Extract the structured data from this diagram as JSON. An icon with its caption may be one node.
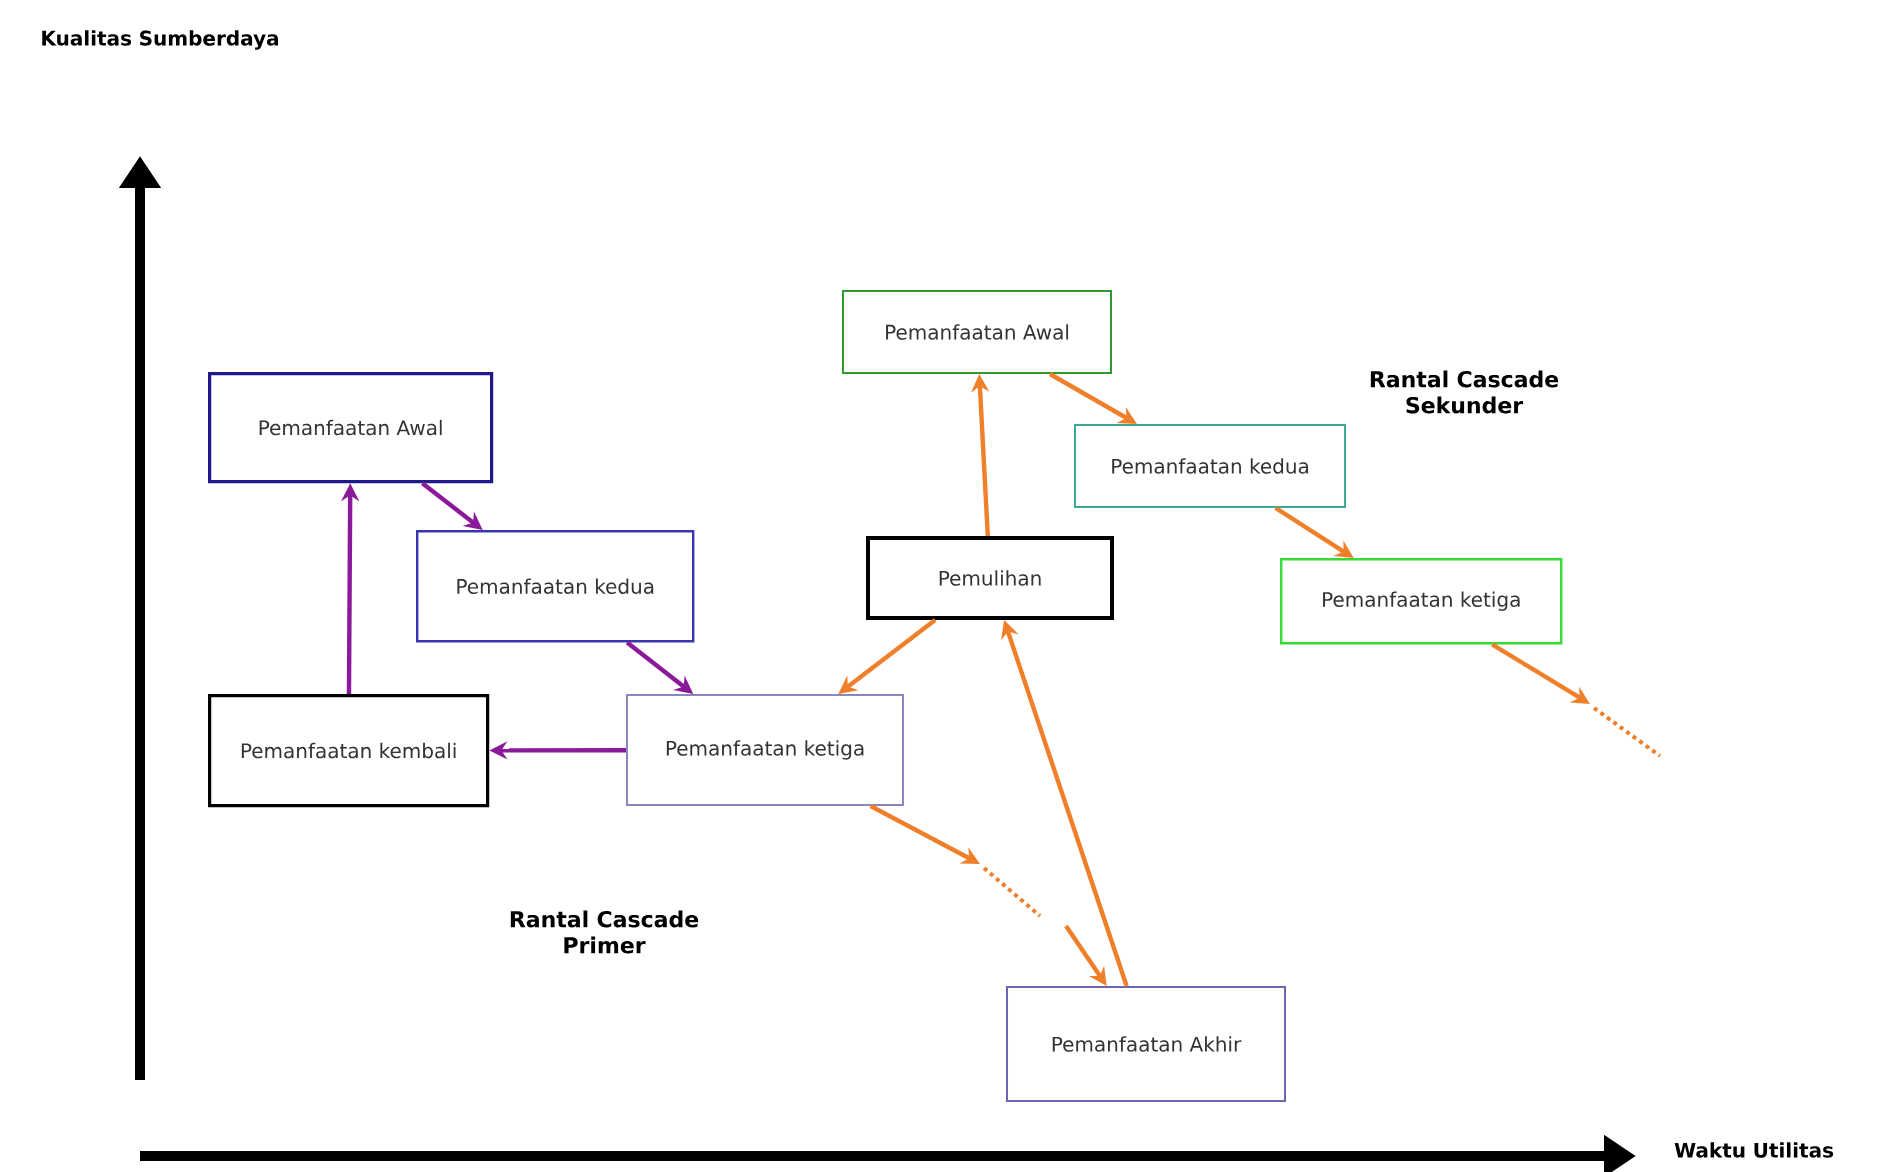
{
  "diagram": {
    "nodes": [
      {
        "text": [
          "Pemanfaatan Awal"
        ]
      },
      {
        "text": [
          "Pemanfaatan kedua"
        ]
      },
      {
        "text": [
          "Pemanfaatan kembali"
        ]
      },
      {
        "text": [
          "Pemanfaatan ketiga"
        ]
      },
      {
        "text": [
          "Pemanfaatan Awal"
        ]
      },
      {
        "text": [
          "Pemanfaatan kedua"
        ]
      },
      {
        "text": [
          "Pemulihan"
        ]
      },
      {
        "text": [
          "Pemanfaatan ketiga"
        ]
      },
      {
        "text": [
          "Pemanfaatan Akhir"
        ]
      }
    ],
    "edges": [
      {
        "from": 0,
        "to": 1,
        "arrow": "to",
        "color": "#8b1a9b"
      },
      {
        "from": 1,
        "to": 3,
        "arrow": "to",
        "color": "#8b1a9b"
      },
      {
        "from": 3,
        "to": 2,
        "arrow": "to",
        "color": "#8b1a9b"
      },
      {
        "from": 2,
        "to": 0,
        "arrow": "to",
        "color": "#8b1a9b"
      },
      {
        "from": 6,
        "to": 4,
        "arrow": "to"
      },
      {
        "from": 4,
        "to": 5,
        "arrow": "to"
      },
      {
        "from": 5,
        "to": 7,
        "arrow": "to"
      },
      {
        "from": 6,
        "to": 3,
        "arrow": "to"
      },
      {
        "from": 8,
        "to": 6,
        "arrow": "to"
      },
      {
        "from": 7,
        "to": null,
        "arrow": "to"
      },
      {
        "from": 3,
        "to": null,
        "arrow": "to"
      },
      {
        "from": null,
        "to": 8,
        "arrow": "to"
      }
    ],
    "labels": [
      "Kualitas Sumberdaya",
      "Rantal Cascade Sekunder",
      "Rantal Cascade Primer",
      "Waktu Utilitas"
    ]
  }
}
